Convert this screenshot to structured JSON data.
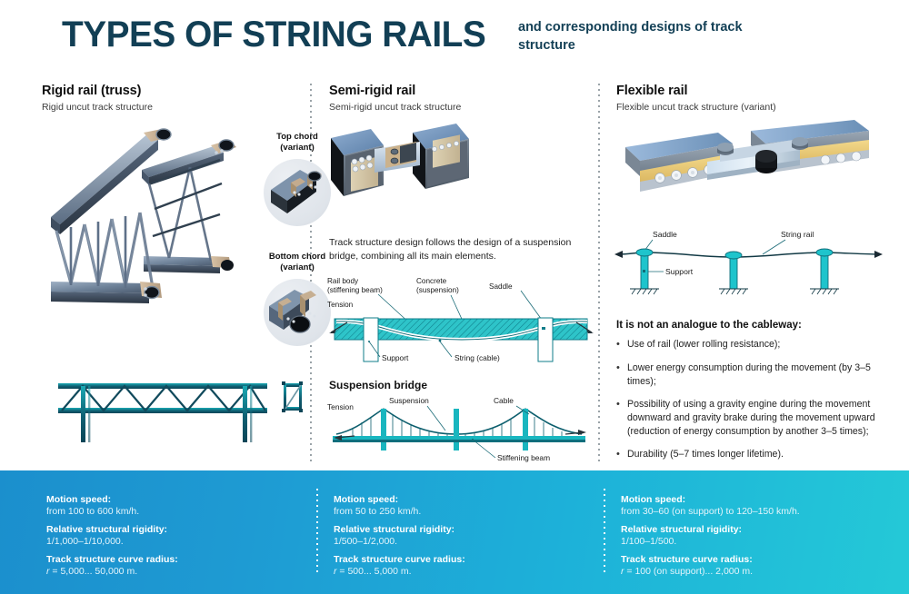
{
  "header": {
    "title": "TYPES OF STRING RAILS",
    "subtitle": "and corresponding designs of track structure"
  },
  "columns": [
    {
      "title": "Rigid rail (truss)",
      "subtitle": "Rigid uncut track structure",
      "details": [
        {
          "label": "Top chord\n(variant)",
          "name": "top-chord"
        },
        {
          "label": "Bottom chord\n(variant)",
          "name": "bottom-chord"
        }
      ]
    },
    {
      "title": "Semi-rigid rail",
      "subtitle": "Semi-rigid uncut track structure",
      "note": "Track structure design follows the design of a suspension bridge, combining all its main elements.",
      "structure_labels": {
        "rail_body": "Rail body",
        "rail_body_2": "(stiffening beam)",
        "concrete": "Concrete",
        "concrete_2": "(suspension)",
        "saddle": "Saddle",
        "tension": "Tension",
        "support": "Support",
        "string": "String (cable)"
      },
      "bridge_title": "Suspension bridge",
      "bridge_labels": {
        "tension": "Tension",
        "suspension": "Suspension",
        "cable": "Cable",
        "stiffening_beam": "Stiffening beam"
      }
    },
    {
      "title": "Flexible rail",
      "subtitle": "Flexible uncut track structure (variant)",
      "diagram_labels": {
        "saddle": "Saddle",
        "string_rail": "String rail",
        "support": "Support"
      },
      "cableway_title": "It is not an analogue to the cableway:",
      "cableway_items": [
        "Use of rail (lower rolling resistance);",
        "Lower energy consumption during the movement (by 3–5 times);",
        "Possibility of using a gravity engine during the movement downward and gravity brake during the movement upward (reduction of energy consumption by another 3–5 times);",
        "Durability (5–7 times longer lifetime)."
      ],
      "bullet_glyph": "•"
    }
  ],
  "specs": [
    {
      "speed_label": "Motion speed:",
      "speed_value": "from 100 to 600 km/h.",
      "rigidity_label": "Relative structural rigidity:",
      "rigidity_value": "1/1,000–1/10,000.",
      "radius_label": "Track structure curve radius:",
      "radius_value_sym": "r",
      "radius_value": " = 5,000... 50,000 m."
    },
    {
      "speed_label": "Motion speed:",
      "speed_value": "from 50 to 250 km/h.",
      "rigidity_label": "Relative structural rigidity:",
      "rigidity_value": "1/500–1/2,000.",
      "radius_label": "Track structure curve radius:",
      "radius_value_sym": "r",
      "radius_value": " = 500... 5,000 m."
    },
    {
      "speed_label": "Motion speed:",
      "speed_value": "from 30–60 (on support) to 120–150 km/h.",
      "rigidity_label": "Relative structural rigidity:",
      "rigidity_value": "1/100–1/500.",
      "radius_label": "Track structure curve radius:",
      "radius_value_sym": "r",
      "radius_value": " = 100 (on support)... 2,000 m."
    }
  ],
  "colors": {
    "title_navy": "#123F55",
    "teal": "#1BBFC4",
    "dark_teal": "#0E6E7C",
    "bar_left": "#1b8fcd",
    "bar_right": "#24c9d7",
    "steel_blue": "#7c93ad"
  }
}
